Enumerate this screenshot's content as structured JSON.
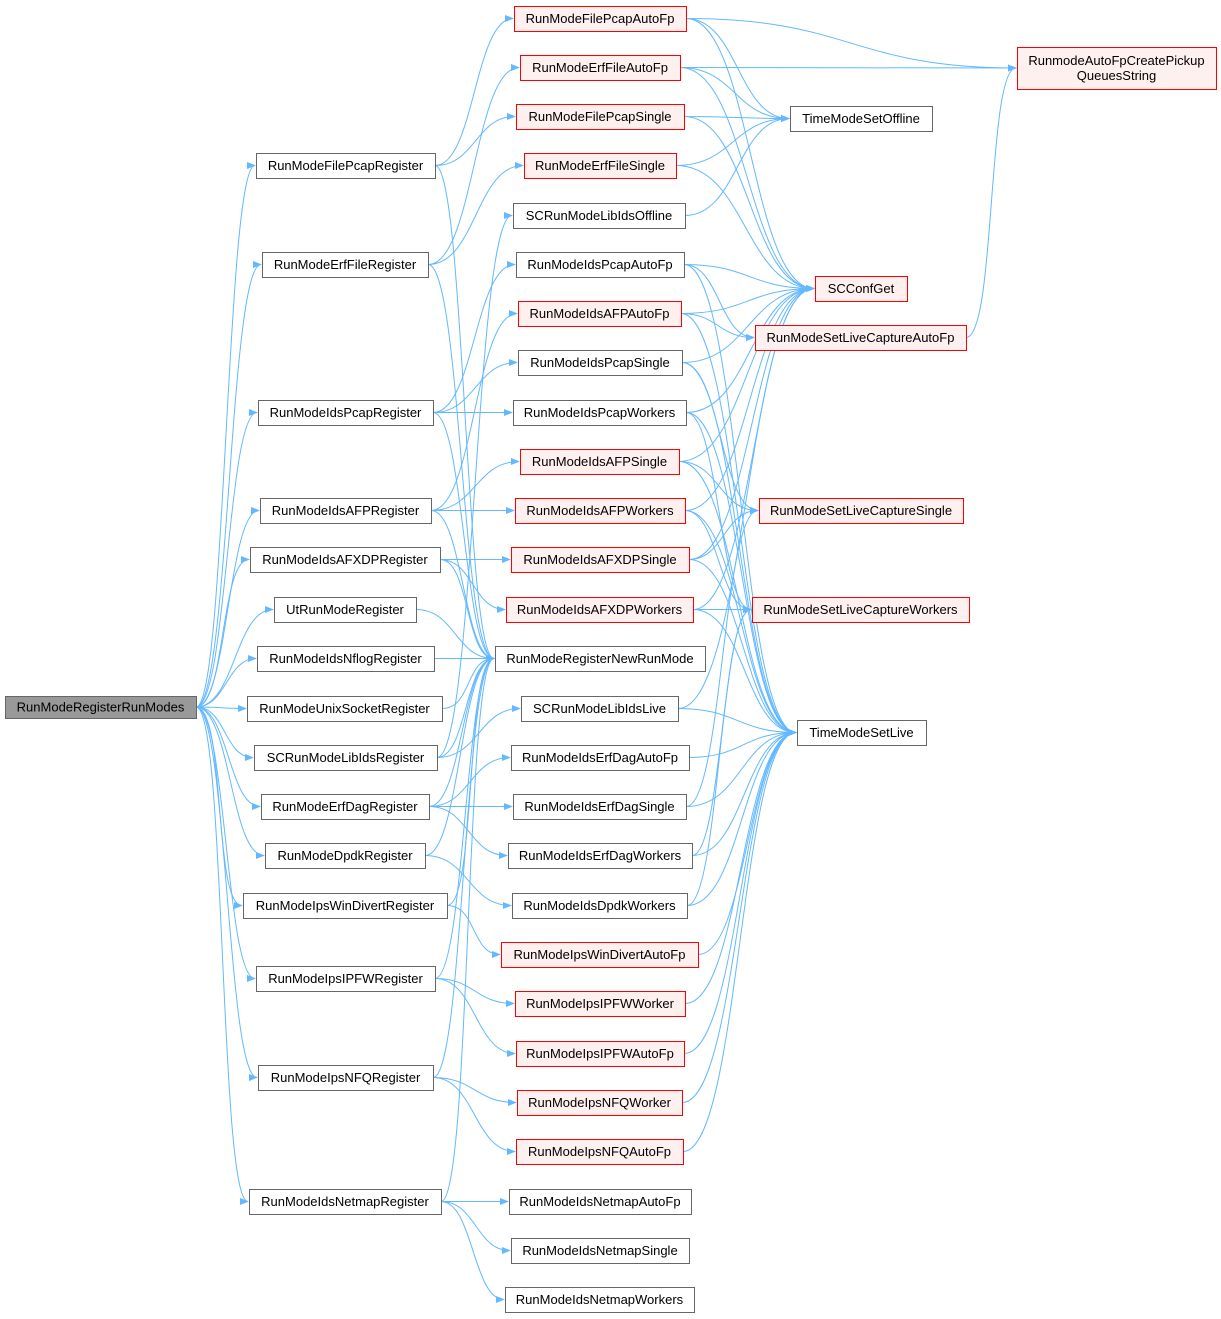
{
  "colors": {
    "edge": "#63b8ff",
    "node_border": "#666666",
    "node_fill": "#ffffff",
    "root_fill": "#999999",
    "root_border": "#666666",
    "truncated_border": "#ff0000",
    "truncated_fill": "#fff0f0"
  },
  "nodes": [
    {
      "id": "RunModeRegisterRunModes",
      "label": "RunModeRegisterRunModes",
      "kind": "root"
    },
    {
      "id": "RunModeFilePcapRegister",
      "label": "RunModeFilePcapRegister",
      "kind": "normal"
    },
    {
      "id": "RunModeErfFileRegister",
      "label": "RunModeErfFileRegister",
      "kind": "normal"
    },
    {
      "id": "RunModeIdsPcapRegister",
      "label": "RunModeIdsPcapRegister",
      "kind": "normal"
    },
    {
      "id": "RunModeIdsAFPRegister",
      "label": "RunModeIdsAFPRegister",
      "kind": "normal"
    },
    {
      "id": "RunModeIdsAFXDPRegister",
      "label": "RunModeIdsAFXDPRegister",
      "kind": "normal"
    },
    {
      "id": "UtRunModeRegister",
      "label": "UtRunModeRegister",
      "kind": "normal"
    },
    {
      "id": "RunModeIdsNflogRegister",
      "label": "RunModeIdsNflogRegister",
      "kind": "normal"
    },
    {
      "id": "RunModeUnixSocketRegister",
      "label": "RunModeUnixSocketRegister",
      "kind": "normal"
    },
    {
      "id": "SCRunModeLibIdsRegister",
      "label": "SCRunModeLibIdsRegister",
      "kind": "normal"
    },
    {
      "id": "RunModeErfDagRegister",
      "label": "RunModeErfDagRegister",
      "kind": "normal"
    },
    {
      "id": "RunModeDpdkRegister",
      "label": "RunModeDpdkRegister",
      "kind": "normal"
    },
    {
      "id": "RunModeIpsWinDivertRegister",
      "label": "RunModeIpsWinDivertRegister",
      "kind": "normal"
    },
    {
      "id": "RunModeIpsIPFWRegister",
      "label": "RunModeIpsIPFWRegister",
      "kind": "normal"
    },
    {
      "id": "RunModeIpsNFQRegister",
      "label": "RunModeIpsNFQRegister",
      "kind": "normal"
    },
    {
      "id": "RunModeIdsNetmapRegister",
      "label": "RunModeIdsNetmapRegister",
      "kind": "normal"
    },
    {
      "id": "RunModeFilePcapAutoFp",
      "label": "RunModeFilePcapAutoFp",
      "kind": "truncated"
    },
    {
      "id": "RunModeErfFileAutoFp",
      "label": "RunModeErfFileAutoFp",
      "kind": "truncated"
    },
    {
      "id": "RunModeFilePcapSingle",
      "label": "RunModeFilePcapSingle",
      "kind": "truncated"
    },
    {
      "id": "RunModeErfFileSingle",
      "label": "RunModeErfFileSingle",
      "kind": "truncated"
    },
    {
      "id": "SCRunModeLibIdsOffline",
      "label": "SCRunModeLibIdsOffline",
      "kind": "normal"
    },
    {
      "id": "RunModeIdsPcapAutoFp",
      "label": "RunModeIdsPcapAutoFp",
      "kind": "normal"
    },
    {
      "id": "RunModeIdsAFPAutoFp",
      "label": "RunModeIdsAFPAutoFp",
      "kind": "truncated"
    },
    {
      "id": "RunModeIdsPcapSingle",
      "label": "RunModeIdsPcapSingle",
      "kind": "normal"
    },
    {
      "id": "RunModeIdsPcapWorkers",
      "label": "RunModeIdsPcapWorkers",
      "kind": "normal"
    },
    {
      "id": "RunModeIdsAFPSingle",
      "label": "RunModeIdsAFPSingle",
      "kind": "truncated"
    },
    {
      "id": "RunModeIdsAFPWorkers",
      "label": "RunModeIdsAFPWorkers",
      "kind": "truncated"
    },
    {
      "id": "RunModeIdsAFXDPSingle",
      "label": "RunModeIdsAFXDPSingle",
      "kind": "truncated"
    },
    {
      "id": "RunModeIdsAFXDPWorkers",
      "label": "RunModeIdsAFXDPWorkers",
      "kind": "truncated"
    },
    {
      "id": "RunModeRegisterNewRunMode",
      "label": "RunModeRegisterNewRunMode",
      "kind": "normal"
    },
    {
      "id": "SCRunModeLibIdsLive",
      "label": "SCRunModeLibIdsLive",
      "kind": "normal"
    },
    {
      "id": "RunModeIdsErfDagAutoFp",
      "label": "RunModeIdsErfDagAutoFp",
      "kind": "normal"
    },
    {
      "id": "RunModeIdsErfDagSingle",
      "label": "RunModeIdsErfDagSingle",
      "kind": "normal"
    },
    {
      "id": "RunModeIdsErfDagWorkers",
      "label": "RunModeIdsErfDagWorkers",
      "kind": "normal"
    },
    {
      "id": "RunModeIdsDpdkWorkers",
      "label": "RunModeIdsDpdkWorkers",
      "kind": "normal"
    },
    {
      "id": "RunModeIpsWinDivertAutoFp",
      "label": "RunModeIpsWinDivertAutoFp",
      "kind": "truncated"
    },
    {
      "id": "RunModeIpsIPFWWorker",
      "label": "RunModeIpsIPFWWorker",
      "kind": "truncated"
    },
    {
      "id": "RunModeIpsIPFWAutoFp",
      "label": "RunModeIpsIPFWAutoFp",
      "kind": "truncated"
    },
    {
      "id": "RunModeIpsNFQWorker",
      "label": "RunModeIpsNFQWorker",
      "kind": "truncated"
    },
    {
      "id": "RunModeIpsNFQAutoFp",
      "label": "RunModeIpsNFQAutoFp",
      "kind": "truncated"
    },
    {
      "id": "RunModeIdsNetmapAutoFp",
      "label": "RunModeIdsNetmapAutoFp",
      "kind": "normal"
    },
    {
      "id": "RunModeIdsNetmapSingle",
      "label": "RunModeIdsNetmapSingle",
      "kind": "normal"
    },
    {
      "id": "RunModeIdsNetmapWorkers",
      "label": "RunModeIdsNetmapWorkers",
      "kind": "normal"
    },
    {
      "id": "RunmodeAutoFpCreatePickupQueuesString",
      "label": "RunmodeAutoFpCreatePickup\nQueuesString",
      "kind": "truncated"
    },
    {
      "id": "TimeModeSetOffline",
      "label": "TimeModeSetOffline",
      "kind": "normal"
    },
    {
      "id": "SCConfGet",
      "label": "SCConfGet",
      "kind": "truncated"
    },
    {
      "id": "RunModeSetLiveCaptureAutoFp",
      "label": "RunModeSetLiveCaptureAutoFp",
      "kind": "truncated"
    },
    {
      "id": "RunModeSetLiveCaptureSingle",
      "label": "RunModeSetLiveCaptureSingle",
      "kind": "truncated"
    },
    {
      "id": "RunModeSetLiveCaptureWorkers",
      "label": "RunModeSetLiveCaptureWorkers",
      "kind": "truncated"
    },
    {
      "id": "TimeModeSetLive",
      "label": "TimeModeSetLive",
      "kind": "normal"
    }
  ],
  "edges": [
    [
      "RunModeRegisterRunModes",
      "RunModeFilePcapRegister"
    ],
    [
      "RunModeRegisterRunModes",
      "RunModeErfFileRegister"
    ],
    [
      "RunModeRegisterRunModes",
      "RunModeIdsPcapRegister"
    ],
    [
      "RunModeRegisterRunModes",
      "RunModeIdsAFPRegister"
    ],
    [
      "RunModeRegisterRunModes",
      "RunModeIdsAFXDPRegister"
    ],
    [
      "RunModeRegisterRunModes",
      "UtRunModeRegister"
    ],
    [
      "RunModeRegisterRunModes",
      "RunModeIdsNflogRegister"
    ],
    [
      "RunModeRegisterRunModes",
      "RunModeUnixSocketRegister"
    ],
    [
      "RunModeRegisterRunModes",
      "SCRunModeLibIdsRegister"
    ],
    [
      "RunModeRegisterRunModes",
      "RunModeErfDagRegister"
    ],
    [
      "RunModeRegisterRunModes",
      "RunModeDpdkRegister"
    ],
    [
      "RunModeRegisterRunModes",
      "RunModeIpsWinDivertRegister"
    ],
    [
      "RunModeRegisterRunModes",
      "RunModeIpsIPFWRegister"
    ],
    [
      "RunModeRegisterRunModes",
      "RunModeIpsNFQRegister"
    ],
    [
      "RunModeRegisterRunModes",
      "RunModeIdsNetmapRegister"
    ],
    [
      "RunModeFilePcapRegister",
      "RunModeFilePcapAutoFp"
    ],
    [
      "RunModeFilePcapRegister",
      "RunModeFilePcapSingle"
    ],
    [
      "RunModeFilePcapRegister",
      "RunModeRegisterNewRunMode"
    ],
    [
      "RunModeErfFileRegister",
      "RunModeErfFileAutoFp"
    ],
    [
      "RunModeErfFileRegister",
      "RunModeErfFileSingle"
    ],
    [
      "RunModeErfFileRegister",
      "RunModeRegisterNewRunMode"
    ],
    [
      "RunModeIdsPcapRegister",
      "RunModeIdsPcapAutoFp"
    ],
    [
      "RunModeIdsPcapRegister",
      "RunModeIdsPcapSingle"
    ],
    [
      "RunModeIdsPcapRegister",
      "RunModeIdsPcapWorkers"
    ],
    [
      "RunModeIdsPcapRegister",
      "RunModeRegisterNewRunMode"
    ],
    [
      "RunModeIdsAFPRegister",
      "RunModeIdsAFPAutoFp"
    ],
    [
      "RunModeIdsAFPRegister",
      "RunModeIdsAFPSingle"
    ],
    [
      "RunModeIdsAFPRegister",
      "RunModeIdsAFPWorkers"
    ],
    [
      "RunModeIdsAFPRegister",
      "RunModeRegisterNewRunMode"
    ],
    [
      "RunModeIdsAFXDPRegister",
      "RunModeIdsAFXDPSingle"
    ],
    [
      "RunModeIdsAFXDPRegister",
      "RunModeIdsAFXDPWorkers"
    ],
    [
      "RunModeIdsAFXDPRegister",
      "RunModeRegisterNewRunMode"
    ],
    [
      "UtRunModeRegister",
      "RunModeRegisterNewRunMode"
    ],
    [
      "RunModeIdsNflogRegister",
      "RunModeRegisterNewRunMode"
    ],
    [
      "RunModeUnixSocketRegister",
      "RunModeRegisterNewRunMode"
    ],
    [
      "SCRunModeLibIdsRegister",
      "SCRunModeLibIdsOffline"
    ],
    [
      "SCRunModeLibIdsRegister",
      "SCRunModeLibIdsLive"
    ],
    [
      "SCRunModeLibIdsRegister",
      "RunModeRegisterNewRunMode"
    ],
    [
      "RunModeErfDagRegister",
      "RunModeIdsErfDagAutoFp"
    ],
    [
      "RunModeErfDagRegister",
      "RunModeIdsErfDagSingle"
    ],
    [
      "RunModeErfDagRegister",
      "RunModeIdsErfDagWorkers"
    ],
    [
      "RunModeErfDagRegister",
      "RunModeRegisterNewRunMode"
    ],
    [
      "RunModeDpdkRegister",
      "RunModeIdsDpdkWorkers"
    ],
    [
      "RunModeDpdkRegister",
      "RunModeRegisterNewRunMode"
    ],
    [
      "RunModeIpsWinDivertRegister",
      "RunModeIpsWinDivertAutoFp"
    ],
    [
      "RunModeIpsWinDivertRegister",
      "RunModeRegisterNewRunMode"
    ],
    [
      "RunModeIpsIPFWRegister",
      "RunModeIpsIPFWWorker"
    ],
    [
      "RunModeIpsIPFWRegister",
      "RunModeIpsIPFWAutoFp"
    ],
    [
      "RunModeIpsIPFWRegister",
      "RunModeRegisterNewRunMode"
    ],
    [
      "RunModeIpsNFQRegister",
      "RunModeIpsNFQWorker"
    ],
    [
      "RunModeIpsNFQRegister",
      "RunModeIpsNFQAutoFp"
    ],
    [
      "RunModeIpsNFQRegister",
      "RunModeRegisterNewRunMode"
    ],
    [
      "RunModeIdsNetmapRegister",
      "RunModeIdsNetmapAutoFp"
    ],
    [
      "RunModeIdsNetmapRegister",
      "RunModeIdsNetmapSingle"
    ],
    [
      "RunModeIdsNetmapRegister",
      "RunModeIdsNetmapWorkers"
    ],
    [
      "RunModeIdsNetmapRegister",
      "RunModeRegisterNewRunMode"
    ],
    [
      "RunModeFilePcapAutoFp",
      "RunmodeAutoFpCreatePickupQueuesString"
    ],
    [
      "RunModeFilePcapAutoFp",
      "TimeModeSetOffline"
    ],
    [
      "RunModeFilePcapAutoFp",
      "SCConfGet"
    ],
    [
      "RunModeErfFileAutoFp",
      "RunmodeAutoFpCreatePickupQueuesString"
    ],
    [
      "RunModeErfFileAutoFp",
      "TimeModeSetOffline"
    ],
    [
      "RunModeErfFileAutoFp",
      "SCConfGet"
    ],
    [
      "RunModeFilePcapSingle",
      "TimeModeSetOffline"
    ],
    [
      "RunModeFilePcapSingle",
      "SCConfGet"
    ],
    [
      "RunModeErfFileSingle",
      "TimeModeSetOffline"
    ],
    [
      "RunModeErfFileSingle",
      "SCConfGet"
    ],
    [
      "SCRunModeLibIdsOffline",
      "TimeModeSetOffline"
    ],
    [
      "RunModeIdsPcapAutoFp",
      "SCConfGet"
    ],
    [
      "RunModeIdsPcapAutoFp",
      "RunModeSetLiveCaptureAutoFp"
    ],
    [
      "RunModeIdsPcapAutoFp",
      "TimeModeSetLive"
    ],
    [
      "RunModeIdsAFPAutoFp",
      "SCConfGet"
    ],
    [
      "RunModeIdsAFPAutoFp",
      "RunModeSetLiveCaptureAutoFp"
    ],
    [
      "RunModeIdsAFPAutoFp",
      "TimeModeSetLive"
    ],
    [
      "RunModeIdsPcapSingle",
      "RunModeSetLiveCaptureSingle"
    ],
    [
      "RunModeIdsPcapSingle",
      "SCConfGet"
    ],
    [
      "RunModeIdsPcapSingle",
      "TimeModeSetLive"
    ],
    [
      "RunModeIdsPcapWorkers",
      "SCConfGet"
    ],
    [
      "RunModeIdsPcapWorkers",
      "RunModeSetLiveCaptureWorkers"
    ],
    [
      "RunModeIdsPcapWorkers",
      "TimeModeSetLive"
    ],
    [
      "RunModeIdsAFPSingle",
      "SCConfGet"
    ],
    [
      "RunModeIdsAFPSingle",
      "RunModeSetLiveCaptureSingle"
    ],
    [
      "RunModeIdsAFPSingle",
      "TimeModeSetLive"
    ],
    [
      "RunModeIdsAFPWorkers",
      "SCConfGet"
    ],
    [
      "RunModeIdsAFPWorkers",
      "RunModeSetLiveCaptureWorkers"
    ],
    [
      "RunModeIdsAFPWorkers",
      "TimeModeSetLive"
    ],
    [
      "RunModeIdsAFXDPSingle",
      "SCConfGet"
    ],
    [
      "RunModeIdsAFXDPSingle",
      "RunModeSetLiveCaptureSingle"
    ],
    [
      "RunModeIdsAFXDPSingle",
      "TimeModeSetLive"
    ],
    [
      "RunModeIdsAFXDPWorkers",
      "SCConfGet"
    ],
    [
      "RunModeIdsAFXDPWorkers",
      "RunModeSetLiveCaptureWorkers"
    ],
    [
      "RunModeIdsAFXDPWorkers",
      "TimeModeSetLive"
    ],
    [
      "SCRunModeLibIdsLive",
      "TimeModeSetLive"
    ],
    [
      "SCRunModeLibIdsLive",
      "SCConfGet"
    ],
    [
      "RunModeIdsErfDagAutoFp",
      "TimeModeSetLive"
    ],
    [
      "RunModeIdsErfDagSingle",
      "RunModeSetLiveCaptureSingle"
    ],
    [
      "RunModeIdsErfDagSingle",
      "TimeModeSetLive"
    ],
    [
      "RunModeIdsErfDagWorkers",
      "RunModeSetLiveCaptureWorkers"
    ],
    [
      "RunModeIdsErfDagWorkers",
      "TimeModeSetLive"
    ],
    [
      "RunModeIdsDpdkWorkers",
      "RunModeSetLiveCaptureWorkers"
    ],
    [
      "RunModeIdsDpdkWorkers",
      "TimeModeSetLive"
    ],
    [
      "RunModeIpsWinDivertAutoFp",
      "TimeModeSetLive"
    ],
    [
      "RunModeIpsIPFWWorker",
      "TimeModeSetLive"
    ],
    [
      "RunModeIpsIPFWAutoFp",
      "TimeModeSetLive"
    ],
    [
      "RunModeIpsNFQWorker",
      "TimeModeSetLive"
    ],
    [
      "RunModeIpsNFQAutoFp",
      "TimeModeSetLive"
    ],
    [
      "RunModeSetLiveCaptureAutoFp",
      "RunmodeAutoFpCreatePickupQueuesString"
    ]
  ]
}
